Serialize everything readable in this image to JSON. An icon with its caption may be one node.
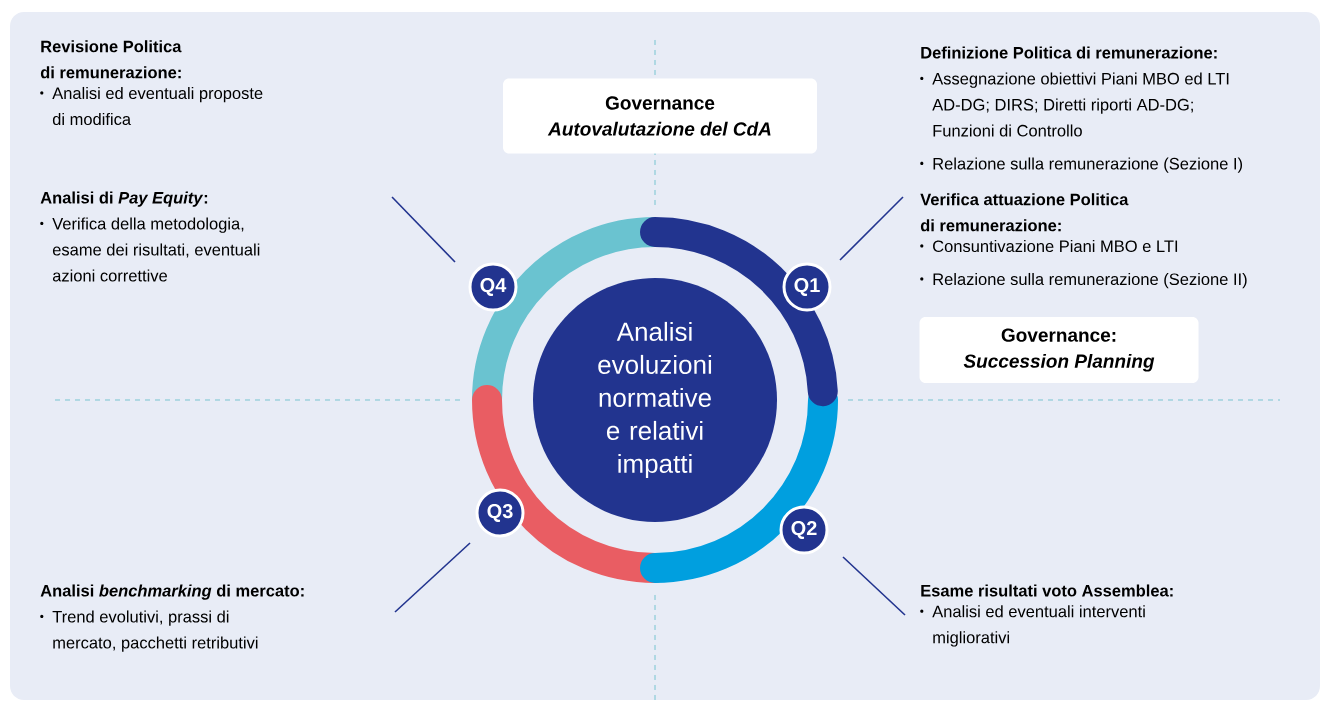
{
  "diagram": {
    "nodes": [
      {
        "text": [
          "Q1"
        ]
      },
      {
        "text": [
          "Q2"
        ]
      },
      {
        "text": [
          "Q3"
        ]
      },
      {
        "text": [
          "Q4"
        ]
      },
      {
        "text": [
          "Analisi evoluzioni normative e relativi impatti"
        ]
      },
      {
        "text": [
          "Governance",
          "Autovalutazione del CdA"
        ]
      },
      {
        "text": [
          "Governance:",
          "Succession Planning"
        ]
      },
      {
        "text": [
          "Verifica attuazione Politica di remunerazione:",
          "Consuntivazione Piani MBO e LTI",
          "Relazione sulla remunerazione (Sezione II)"
        ]
      },
      {
        "text": [
          "Esame risultati voto Assemblea:",
          "Analisi ed eventuali interventi migliorativi"
        ]
      }
    ],
    "edges": [
      {
        "from": null,
        "to": 3,
        "arrow": "none"
      },
      {
        "from": 7,
        "to": 0,
        "arrow": "none"
      },
      {
        "from": null,
        "to": 2,
        "arrow": "none"
      },
      {
        "from": 8,
        "to": 1,
        "arrow": "none"
      }
    ],
    "labels": [
      "Revisione Politica di remunerazione:",
      "Analisi ed eventuali proposte di modifica",
      "Definizione Politica di remunerazione:",
      "Assegnazione obiettivi Piani MBO ed LTI AD-DG; DIRS; Diretti riporti AD-DG; Funzioni di Controllo",
      "Relazione sulla remunerazione (Sezione I)",
      "Analisi di *Pay Equity*:",
      "Verifica della metodologia, esame dei risultati, eventuali azioni correttive",
      "Analisi *benchmarking* di mercato:",
      "Trend evolutivi, prassi di mercato, pacchetti retributivi"
    ]
  }
}
